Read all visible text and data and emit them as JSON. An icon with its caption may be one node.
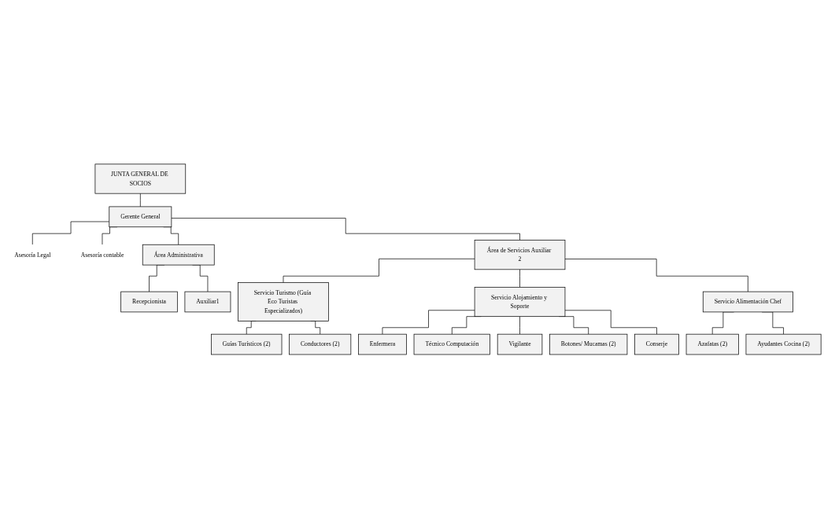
{
  "diagram": {
    "nodes": [
      {
        "text": [
          "JUNTA GENERAL DE SOCIOS"
        ]
      },
      {
        "text": [
          "Gerente General"
        ]
      },
      {
        "text": [
          "Asesoría Legal"
        ]
      },
      {
        "text": [
          "Asesoría contable"
        ]
      },
      {
        "text": [
          "Área Administrativa"
        ]
      },
      {
        "text": [
          "Área de Servicios Auxiliar 2"
        ]
      },
      {
        "text": [
          "Recepcionista"
        ]
      },
      {
        "text": [
          "Auxiliar1"
        ]
      },
      {
        "text": [
          "Servicio Turismo (Guía Eco Turistas Especializados)"
        ]
      },
      {
        "text": [
          "Servicio Alojamiento y Soporte"
        ]
      },
      {
        "text": [
          "Servicio Alimentación Chef"
        ]
      },
      {
        "text": [
          "Guías Turísticos (2)"
        ]
      },
      {
        "text": [
          "Conductores (2)"
        ]
      },
      {
        "text": [
          "Enfermera"
        ]
      },
      {
        "text": [
          "Técnico Computación"
        ]
      },
      {
        "text": [
          "Vigilante"
        ]
      },
      {
        "text": [
          "Botones/ Mucamas (2)"
        ]
      },
      {
        "text": [
          "Conserje"
        ]
      },
      {
        "text": [
          "Azafatas (2)"
        ]
      },
      {
        "text": [
          "Ayudantes Cocina (2)"
        ]
      }
    ],
    "edges": [
      {
        "from": 0,
        "to": 1,
        "arrow": "none"
      },
      {
        "from": 1,
        "to": 2,
        "arrow": "none"
      },
      {
        "from": 1,
        "to": 3,
        "arrow": "none"
      },
      {
        "from": 1,
        "to": 4,
        "arrow": "none"
      },
      {
        "from": 1,
        "to": 5,
        "arrow": "none"
      },
      {
        "from": 4,
        "to": 6,
        "arrow": "none"
      },
      {
        "from": 4,
        "to": 7,
        "arrow": "none"
      },
      {
        "from": 5,
        "to": 8,
        "arrow": "none"
      },
      {
        "from": 5,
        "to": 9,
        "arrow": "none"
      },
      {
        "from": 5,
        "to": 10,
        "arrow": "none"
      },
      {
        "from": 8,
        "to": 11,
        "arrow": "none"
      },
      {
        "from": 8,
        "to": 12,
        "arrow": "none"
      },
      {
        "from": 9,
        "to": 13,
        "arrow": "none"
      },
      {
        "from": 9,
        "to": 14,
        "arrow": "none"
      },
      {
        "from": 9,
        "to": 15,
        "arrow": "none"
      },
      {
        "from": 9,
        "to": 16,
        "arrow": "none"
      },
      {
        "from": 9,
        "to": 17,
        "arrow": "none"
      },
      {
        "from": 10,
        "to": 18,
        "arrow": "none"
      },
      {
        "from": 10,
        "to": 19,
        "arrow": "none"
      }
    ]
  }
}
